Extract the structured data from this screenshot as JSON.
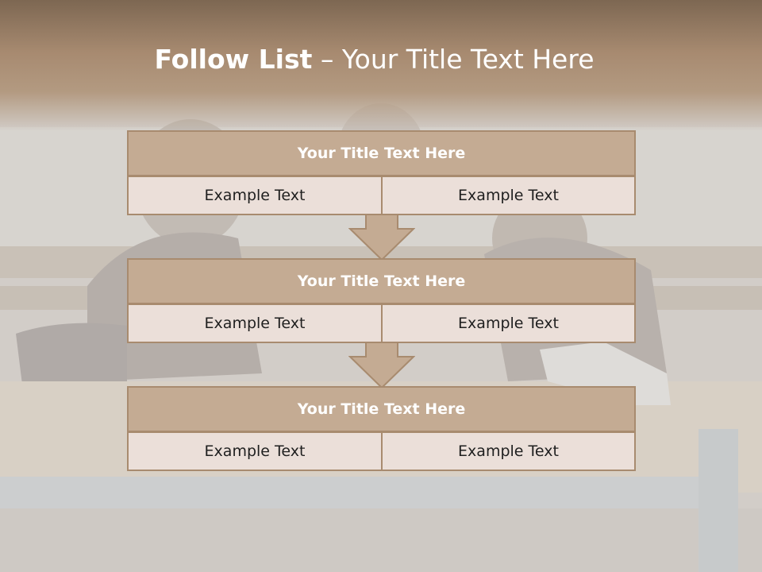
{
  "slide": {
    "title_bold": "Follow List",
    "title_rest": "– Your Title Text Here"
  },
  "blocks": [
    {
      "title": "Your Title Text Here",
      "left": "Example Text",
      "right": "Example Text"
    },
    {
      "title": "Your Title Text Here",
      "left": "Example Text",
      "right": "Example Text"
    },
    {
      "title": "Your Title Text Here",
      "left": "Example Text",
      "right": "Example Text"
    }
  ],
  "colors": {
    "header_fill": "#c4ab93",
    "border": "#a88b6f",
    "cell_fill": "#ebdfd9",
    "title_band": "#8a735d"
  }
}
